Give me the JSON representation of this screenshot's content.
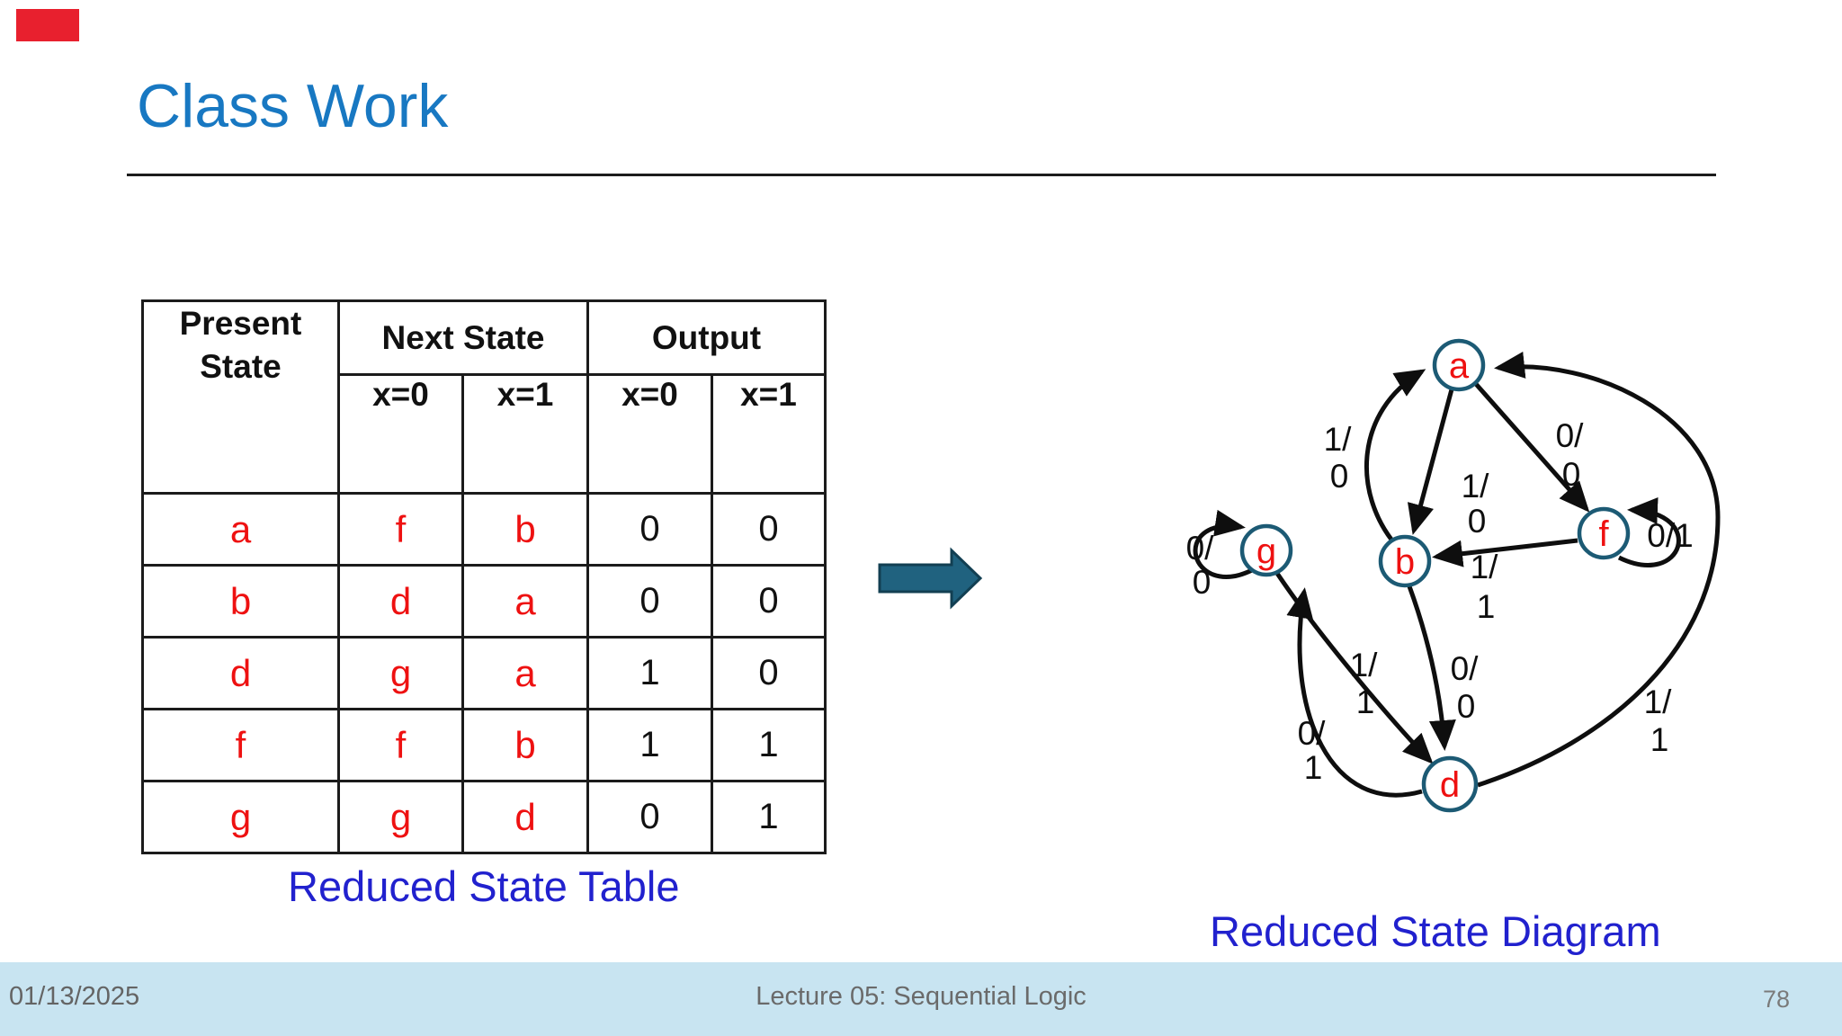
{
  "slide": {
    "title": "Class Work",
    "captions": {
      "table": "Reduced State Table",
      "diagram": "Reduced State Diagram"
    },
    "footer": {
      "date": "01/13/2025",
      "center": "Lecture 05: Sequential Logic",
      "page": "78"
    }
  },
  "table": {
    "headers": {
      "present_1": "Present",
      "present_2": "State",
      "next": "Next State",
      "output": "Output",
      "x0": "x=0",
      "x1": "x=1"
    },
    "rows": [
      [
        "a",
        "f",
        "b",
        "0",
        "0"
      ],
      [
        "b",
        "d",
        "a",
        "0",
        "0"
      ],
      [
        "d",
        "g",
        "a",
        "1",
        "0"
      ],
      [
        "f",
        "f",
        "b",
        "1",
        "1"
      ],
      [
        "g",
        "g",
        "d",
        "0",
        "1"
      ]
    ]
  },
  "diagram": {
    "nodes": {
      "a": "a",
      "b": "b",
      "d": "d",
      "f": "f",
      "g": "g"
    },
    "edge_labels": {
      "b_to_a": {
        "l1": "1/",
        "l2": "0"
      },
      "a_to_b": {
        "l1": "1/",
        "l2": "0"
      },
      "a_to_f": {
        "l1": "0/",
        "l2": "0"
      },
      "f_loop": {
        "l1": "0/1"
      },
      "g_loop": {
        "l1": "0/",
        "l2": "0"
      },
      "f_to_b": {
        "l1": "1/",
        "l2": "1"
      },
      "g_to_d": {
        "l1": "1/",
        "l2": "1"
      },
      "b_to_d": {
        "l1": "0/",
        "l2": "0"
      },
      "d_to_g": {
        "l1": "0/",
        "l2": "1"
      },
      "d_to_a": {
        "l1": "1/",
        "l2": "1"
      }
    }
  },
  "colors": {
    "title_blue": "#1878c2",
    "caption_blue": "#2121ce",
    "state_red": "#ee1111",
    "node_stroke_teal": "#1c5a74",
    "block_arrow_teal": "#20627f",
    "footer_bg": "#c8e4f1",
    "footer_text": "#6a6a6a",
    "corner_red": "#e8202e"
  }
}
